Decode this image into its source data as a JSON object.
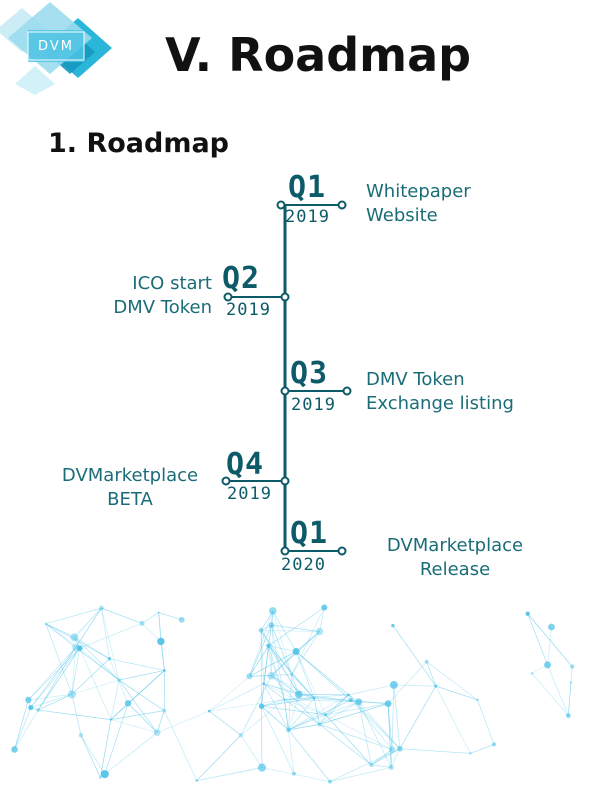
{
  "logo": {
    "text": "DVM"
  },
  "page_title": "V. Roadmap",
  "section_title": "1. Roadmap",
  "milestones": [
    {
      "quarter": "Q1",
      "year": "2019",
      "lines": [
        "Whitepaper",
        "Website"
      ]
    },
    {
      "quarter": "Q2",
      "year": "2019",
      "lines": [
        "ICO start",
        "DMV Token"
      ]
    },
    {
      "quarter": "Q3",
      "year": "2019",
      "lines": [
        "DMV Token",
        "Exchange listing"
      ]
    },
    {
      "quarter": "Q4",
      "year": "2019",
      "lines": [
        "DVMarketplace",
        "BETA"
      ]
    },
    {
      "quarter": "Q1",
      "year": "2020",
      "lines": [
        "DVMarketplace",
        "Release"
      ]
    }
  ],
  "colors": {
    "accent": "#0d5b68",
    "event_text": "#1a6d78",
    "logo_cyan": "#29b6d8",
    "network": "#4fc3e8"
  }
}
